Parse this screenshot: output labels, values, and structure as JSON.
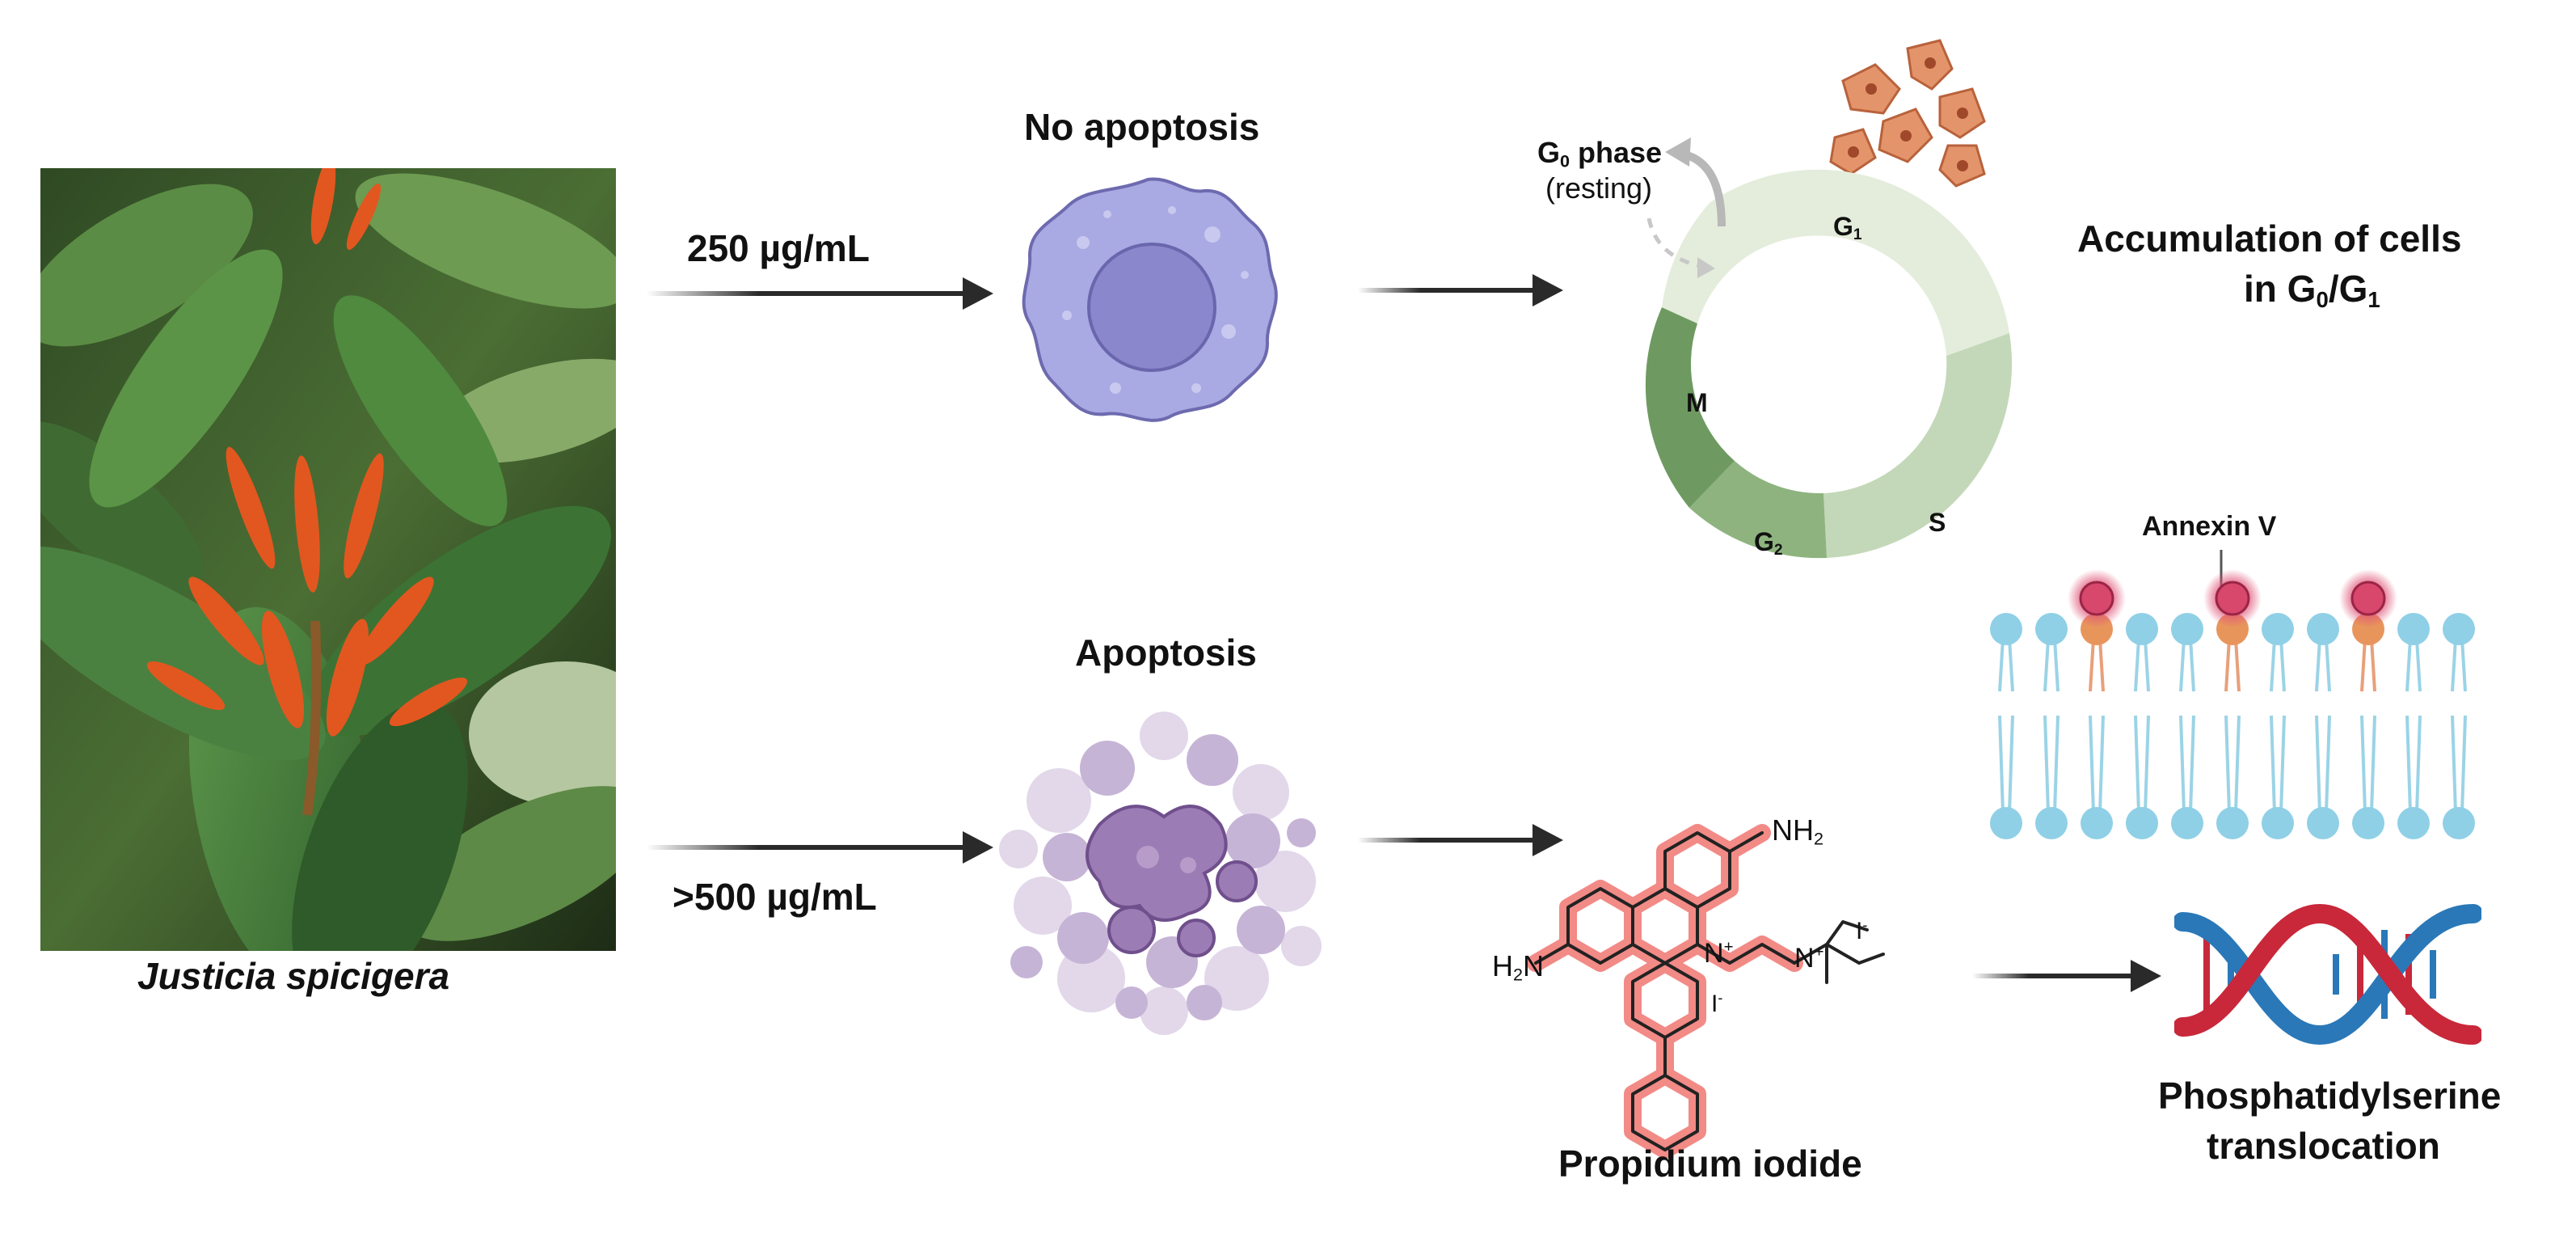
{
  "plant": {
    "caption": "Justicia spicigera"
  },
  "upper_path": {
    "dose": "250 µg/mL",
    "cell_title": "No apoptosis",
    "resting_phase_label": "G",
    "resting_phase_sub": "0",
    "resting_phase_word": " phase",
    "resting_note": "(resting)",
    "cycle_phases": [
      {
        "label": "G",
        "sub": "1"
      },
      {
        "label": "S",
        "sub": ""
      },
      {
        "label": "G",
        "sub": "2"
      },
      {
        "label": "M",
        "sub": ""
      }
    ],
    "result_line1": "Accumulation of cells",
    "result_line2_pre": "in G",
    "result_line2_sub1": "0",
    "result_line2_mid": "/G",
    "result_line2_sub2": "1"
  },
  "lower_path": {
    "dose": ">500 µg/mL",
    "cell_title": "Apoptosis",
    "molecule_title": "Propidium iodide",
    "molecule_labels": {
      "amine_top": "NH",
      "amine_top_sub": "2",
      "amine_left_pre": "H",
      "amine_left_sub": "2",
      "amine_left_post": "N",
      "n_plus_1": "N",
      "n_plus_2": "N",
      "plus": "+",
      "iodide": "I",
      "minus": "-"
    },
    "annexin_label": "Annexin V",
    "dna_title_line1": "Phosphatidylserine",
    "dna_title_line2": "translocation"
  },
  "colors": {
    "leaf_green": "#3f7a3a",
    "flower_orange": "#e2571f",
    "cell_purple": "#a9a9e3",
    "nucleus_purple": "#8a87cc",
    "cycle_g1": "#e4eddb",
    "cycle_s": "#c3d8b8",
    "cycle_g2": "#8eb37f",
    "cycle_m": "#6e9a62",
    "molecule_highlight": "#f28a86",
    "annexin_pink": "#d8476c",
    "lipid_head_blue": "#8fd0e6",
    "lipid_head_orange": "#e8955c",
    "dna_red": "#c8283a",
    "dna_blue": "#2a78b8"
  }
}
